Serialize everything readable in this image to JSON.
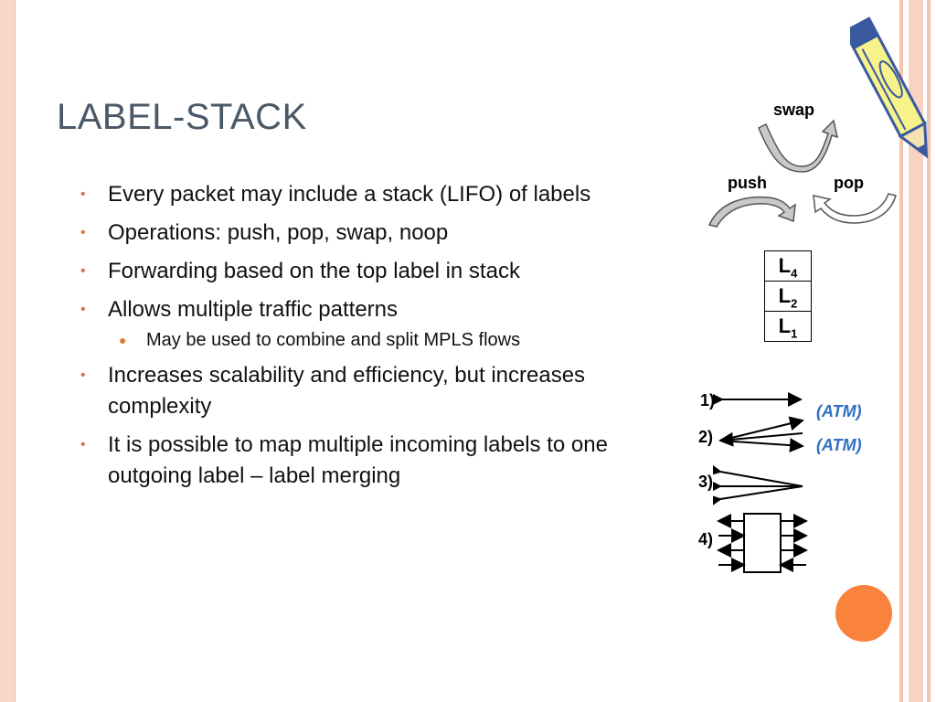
{
  "slide": {
    "title": "LABEL-STACK",
    "bullets": [
      "Every packet may include a stack (LIFO) of labels",
      "Operations: push, pop, swap, noop",
      "Forwarding based on the top label in stack",
      "Allows multiple traffic patterns",
      "Increases scalability and efficiency, but increases complexity",
      "It is possible to map multiple incoming labels to one outgoing label – label merging"
    ],
    "subbullet": "May be used to combine and split MPLS flows"
  },
  "diagram": {
    "ops": {
      "swap": "swap",
      "push": "push",
      "pop": "pop"
    },
    "stack": [
      {
        "letter": "L",
        "sub": "4"
      },
      {
        "letter": "L",
        "sub": "2"
      },
      {
        "letter": "L",
        "sub": "1"
      }
    ],
    "patterns": [
      "1)",
      "2)",
      "3)",
      "4)"
    ],
    "atm": [
      "(ATM)",
      "(ATM)"
    ]
  }
}
